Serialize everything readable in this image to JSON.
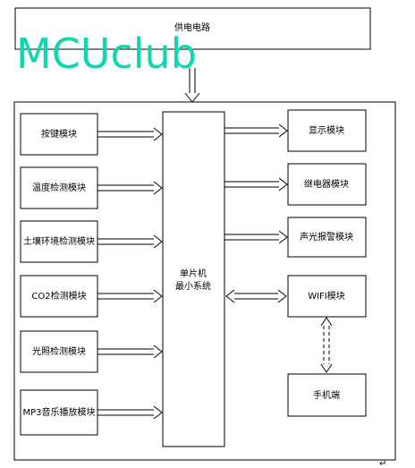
{
  "diagram": {
    "power": "供电电路",
    "mcu_line1": "单片机",
    "mcu_line2": "最小系统",
    "inputs": [
      "按键模块",
      "温度检测模块",
      "土壤环境检测模块",
      "CO2检测模块",
      "光照检测模块",
      "MP3音乐播放模块"
    ],
    "outputs": [
      "显示模块",
      "继电器模块",
      "声光报警模块",
      "WIFI模块"
    ],
    "phone": "手机端",
    "corner_mark": "↵"
  },
  "watermark": {
    "text": "MCUclub",
    "color": "#10d6b0"
  }
}
